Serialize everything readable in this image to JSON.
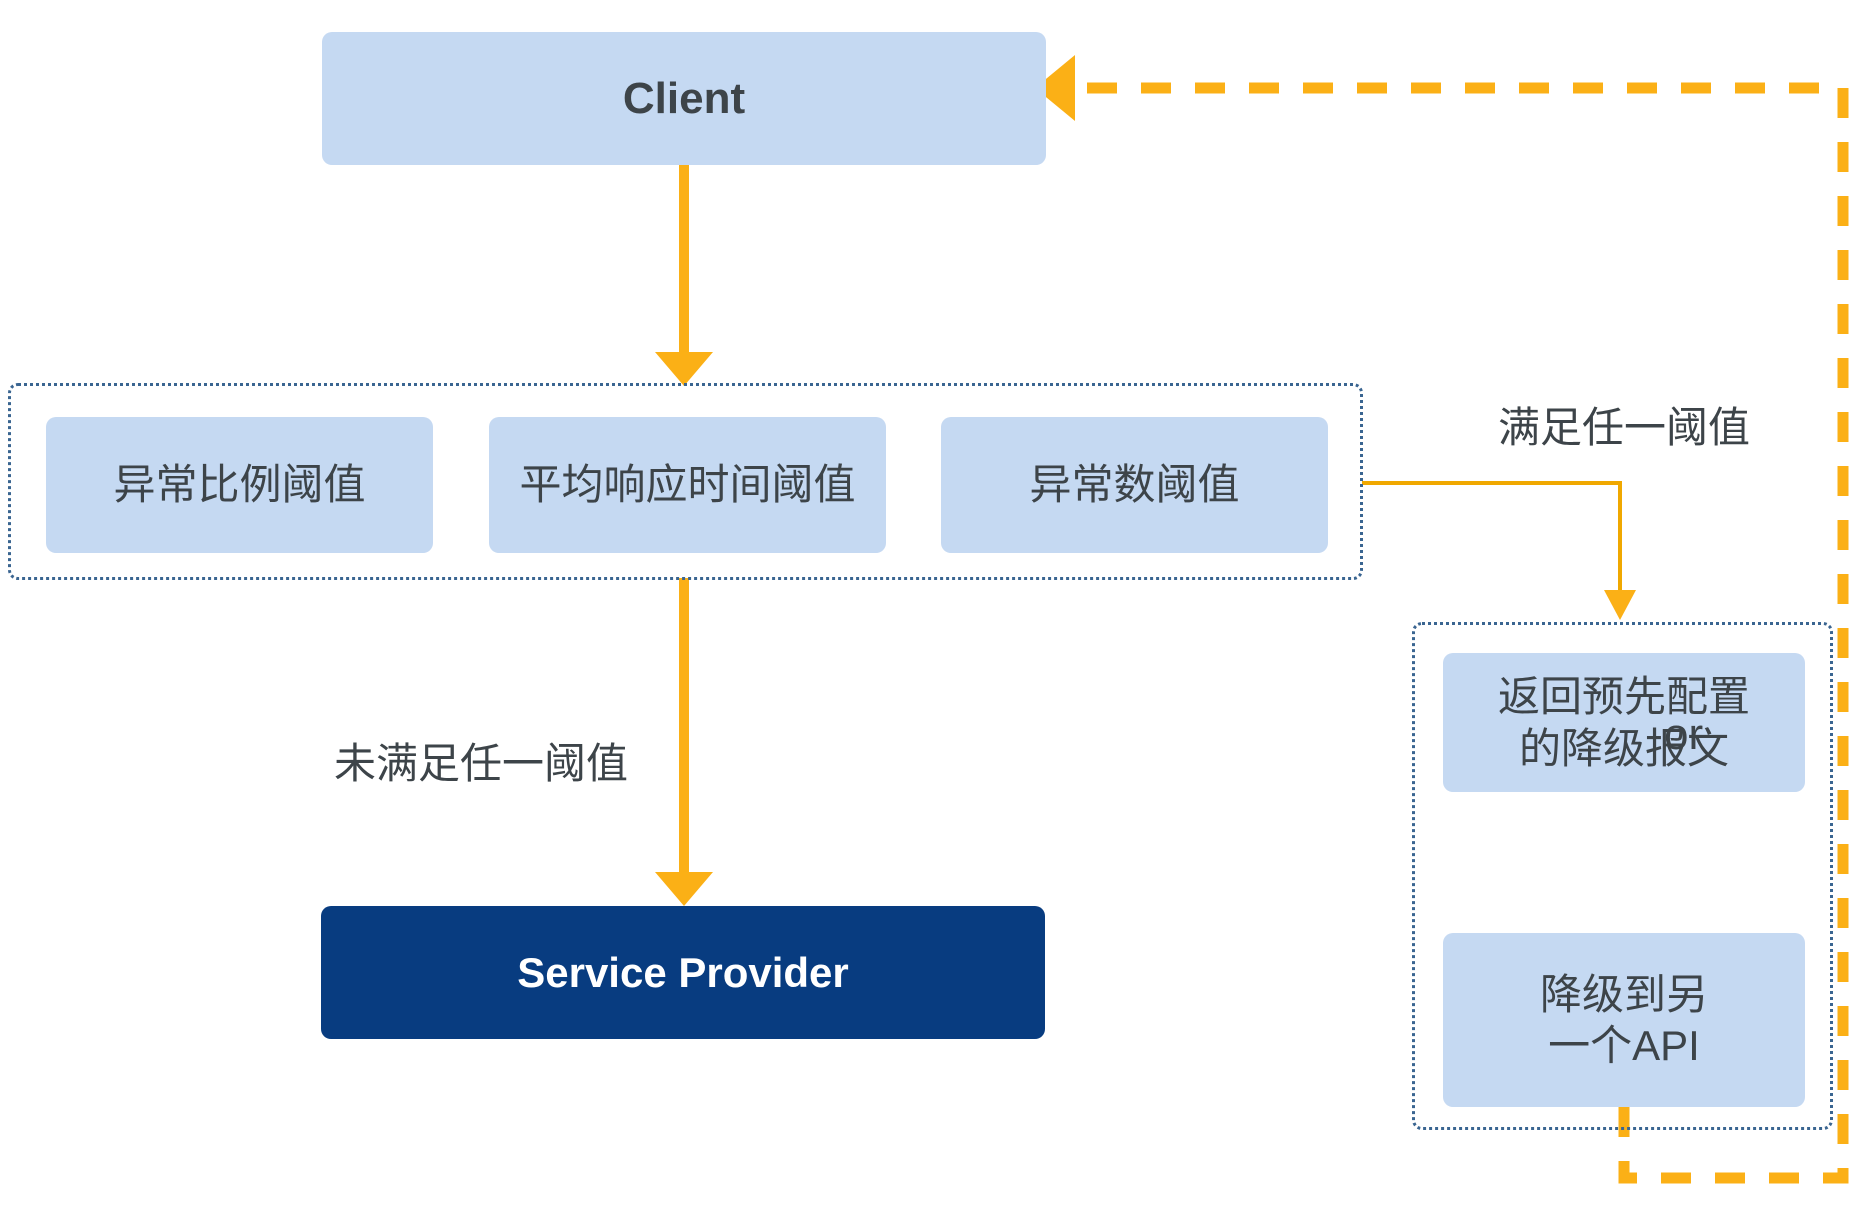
{
  "diagram": {
    "title_node": {
      "label": "Client"
    },
    "service_node": {
      "label": "Service Provider"
    },
    "threshold_group": {
      "items": [
        {
          "label": "异常比例阈值"
        },
        {
          "label": "平均响应时间阈值"
        },
        {
          "label": "异常数阈值"
        }
      ]
    },
    "fallback_group": {
      "items": [
        {
          "label": "返回预先配置\n的降级报文"
        },
        {
          "label": "降级到另\n一个API"
        }
      ],
      "connector_label": "or"
    },
    "edges": {
      "threshold_met": "满足任一阈值",
      "threshold_not_met": "未满足任一阈值"
    },
    "colors": {
      "node_fill_light": "#c5d9f2",
      "node_fill_dark": "#083c80",
      "arrow": "#fbb016",
      "text_dark": "#3d4449",
      "text_light": "#ffffff",
      "group_border": "#3a6591"
    }
  }
}
